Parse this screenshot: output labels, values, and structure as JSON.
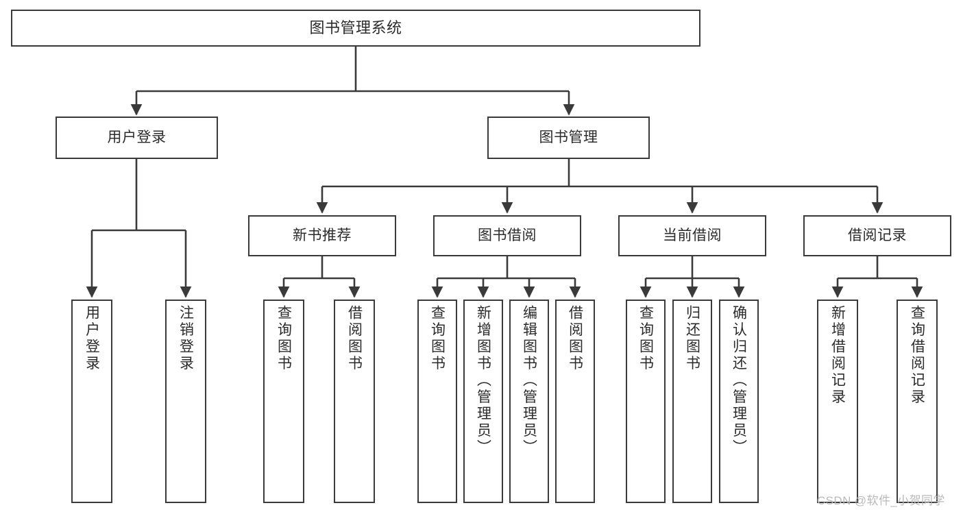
{
  "diagram": {
    "title": "图书管理系统",
    "type": "tree-hierarchy-diagram",
    "watermark": "CSDN @软件_小贺同学",
    "colors": {
      "background": "#ffffff",
      "box_border": "#3a3a3a",
      "box_fill": "#ffffff",
      "text": "#2b2b2b",
      "edge": "#3a3a3a",
      "watermark": "#b9b9b9"
    },
    "nodes": {
      "root": {
        "label": "图书管理系统"
      },
      "level2": [
        {
          "label": "用户登录"
        },
        {
          "label": "图书管理"
        }
      ],
      "level3": [
        {
          "label": "新书推荐"
        },
        {
          "label": "图书借阅"
        },
        {
          "label": "当前借阅"
        },
        {
          "label": "借阅记录"
        }
      ],
      "leaves": {
        "user_login": [
          {
            "label": "用户登录"
          },
          {
            "label": "注销登录"
          }
        ],
        "new_book_recommend": [
          {
            "label": "查询图书"
          },
          {
            "label": "借阅图书"
          }
        ],
        "book_borrow": [
          {
            "label": "查询图书"
          },
          {
            "label": "新增图书（管理员）"
          },
          {
            "label": "编辑图书（管理员）"
          },
          {
            "label": "借阅图书"
          }
        ],
        "current_borrow": [
          {
            "label": "查询图书"
          },
          {
            "label": "归还图书"
          },
          {
            "label": "确认归还（管理员）"
          }
        ],
        "borrow_record": [
          {
            "label": "新增借阅记录"
          },
          {
            "label": "查询借阅记录"
          }
        ]
      }
    }
  }
}
